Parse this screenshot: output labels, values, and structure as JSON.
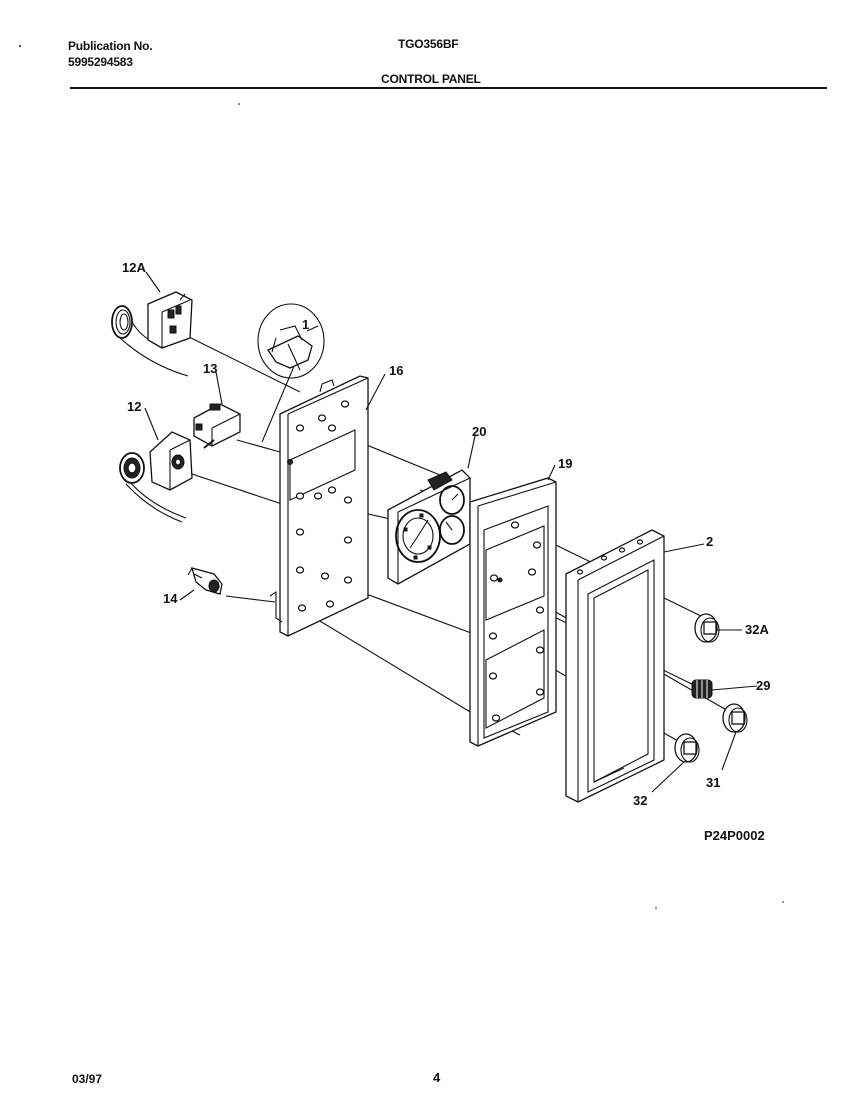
{
  "header": {
    "publication_label": "Publication No.",
    "publication_number": "5995294583",
    "model": "TGO356BF",
    "section_title": "CONTROL PANEL"
  },
  "diagram": {
    "code": "P24P0002",
    "callouts": {
      "p1": "1",
      "p2": "2",
      "p12": "12",
      "p12a": "12A",
      "p13": "13",
      "p14": "14",
      "p16": "16",
      "p19": "19",
      "p20": "20",
      "p29": "29",
      "p31": "31",
      "p32": "32",
      "p32a": "32A"
    }
  },
  "footer": {
    "date": "03/97",
    "page": "4"
  }
}
